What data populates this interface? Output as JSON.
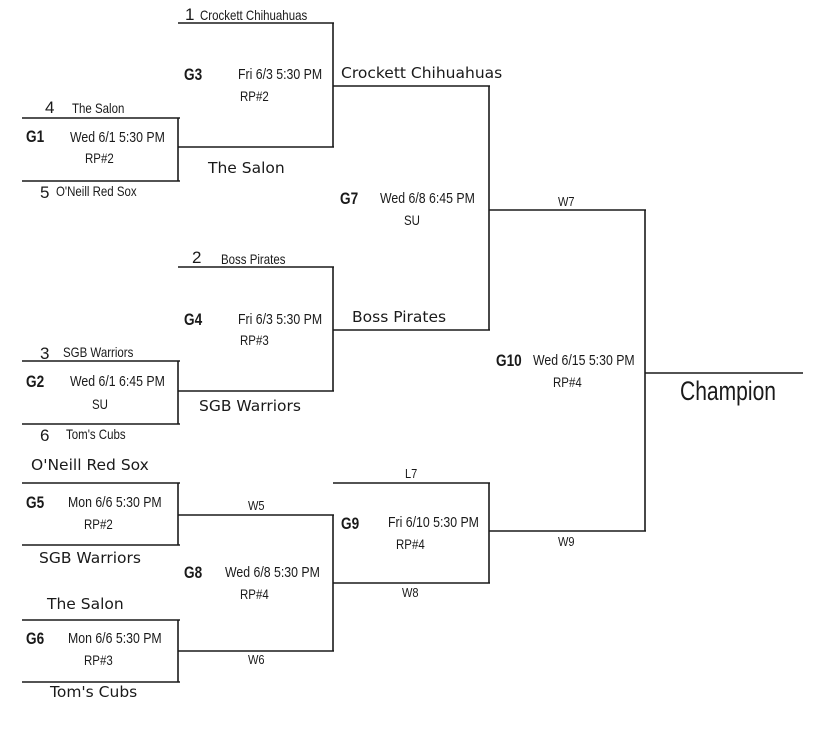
{
  "seeds": [
    {
      "seed": "1",
      "team": "Crockett Chihuahuas"
    },
    {
      "seed": "4",
      "team": "The Salon"
    },
    {
      "seed": "5",
      "team": "O'Neill Red Sox"
    },
    {
      "seed": "2",
      "team": "Boss Pirates"
    },
    {
      "seed": "3",
      "team": "SGB Warriors"
    },
    {
      "seed": "6",
      "team": "Tom's Cubs"
    }
  ],
  "games": {
    "g1": {
      "id": "G1",
      "time": "Wed 6/1  5:30 PM",
      "location": "RP#2"
    },
    "g2": {
      "id": "G2",
      "time": "Wed 6/1  6:45 PM",
      "location": "SU"
    },
    "g3": {
      "id": "G3",
      "time": "Fri 6/3  5:30 PM",
      "location": "RP#2"
    },
    "g4": {
      "id": "G4",
      "time": "Fri 6/3  5:30 PM",
      "location": "RP#3"
    },
    "g5": {
      "id": "G5",
      "time": "Mon 6/6  5:30 PM",
      "location": "RP#2"
    },
    "g6": {
      "id": "G6",
      "time": "Mon 6/6  5:30 PM",
      "location": "RP#3"
    },
    "g7": {
      "id": "G7",
      "time": "Wed 6/8  6:45 PM",
      "location": "SU"
    },
    "g8": {
      "id": "G8",
      "time": "Wed 6/8  5:30 PM",
      "location": "RP#4"
    },
    "g9": {
      "id": "G9",
      "time": "Fri 6/10  5:30 PM",
      "location": "RP#4"
    },
    "g10": {
      "id": "G10",
      "time": "Wed 6/15  5:30 PM",
      "location": "RP#4"
    }
  },
  "results": {
    "g1_winner": "The Salon",
    "g2_winner": "SGB Warriors",
    "g3_winner": "Crockett Chihuahuas",
    "g4_winner": "Boss Pirates",
    "g5_top": "O'Neill Red Sox",
    "g5_bottom": "SGB Warriors",
    "g6_top": "The Salon",
    "g6_bottom": "Tom's Cubs"
  },
  "slots": {
    "w5": "W5",
    "w6": "W6",
    "w7": "W7",
    "w8": "W8",
    "w9": "W9",
    "l7": "L7"
  },
  "champion": "Champion"
}
